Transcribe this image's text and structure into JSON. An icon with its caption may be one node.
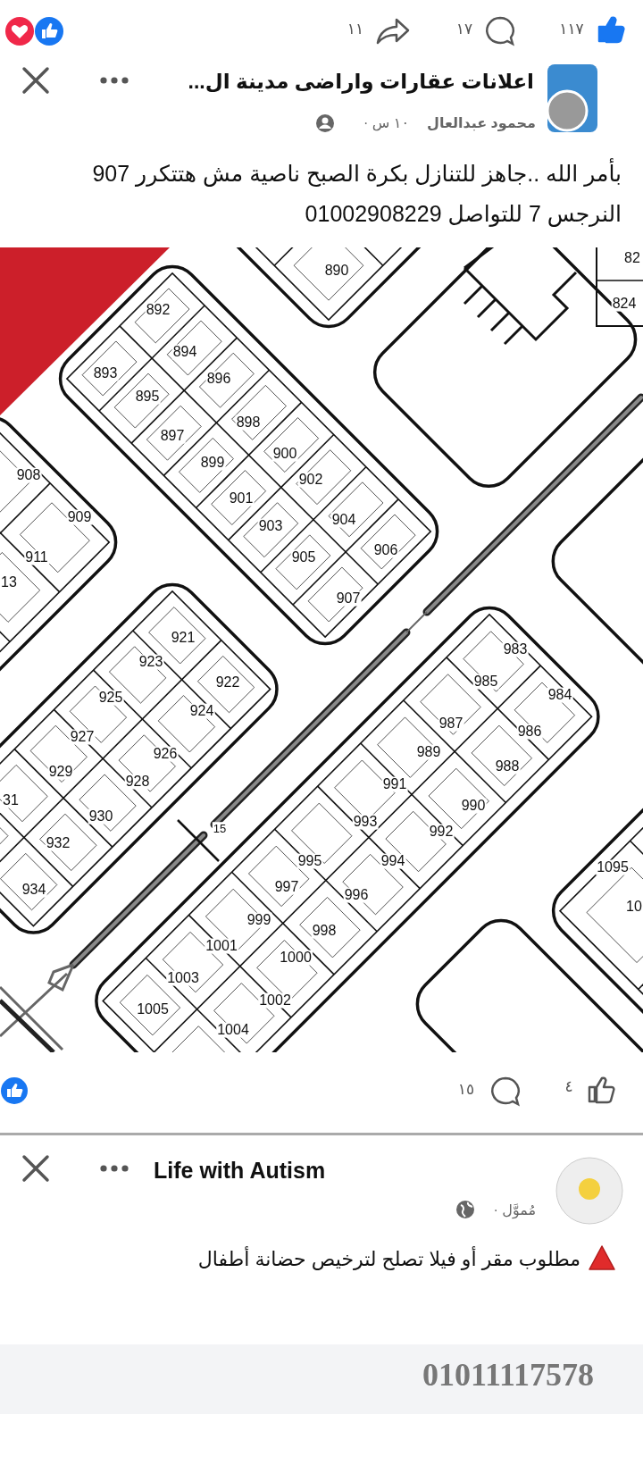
{
  "diagram": {
    "labels": [
      "١١٧",
      "١٧",
      "١١",
      "اعلانات عقارات واراضى مدينة ال...",
      "محمود عبدالعال",
      "١٠ س ·",
      "بأمر الله ..جاهز للتنازل بكرة الصبح ناصية مش هتتكرر 907 النرجس 7 للتواصل 01002908229",
      "890",
      "82",
      "824",
      "892",
      "894",
      "893",
      "896",
      "895",
      "898",
      "897",
      "900",
      "899",
      "902",
      "908",
      "901",
      "909",
      "903",
      "904",
      "906",
      "911",
      "905",
      "13",
      "907",
      "921",
      "983",
      "923",
      "922",
      "985",
      "984",
      "925",
      "924",
      "987",
      "986",
      "927",
      "989",
      "926",
      "988",
      "929",
      "928",
      "991",
      "31",
      "990",
      "930",
      "993",
      "992",
      "15",
      "932",
      "994",
      "995",
      "1095",
      "997",
      "934",
      "996",
      "10",
      "999",
      "998",
      "1001",
      "1000",
      "1003",
      "1002",
      "1005",
      "1004",
      "٤",
      "١٥",
      "Life with Autism",
      "مُموَّل ·",
      "مطلوب مقر أو فيلا تصلح لترخيص حضانة أطفال",
      "01011117578"
    ]
  }
}
